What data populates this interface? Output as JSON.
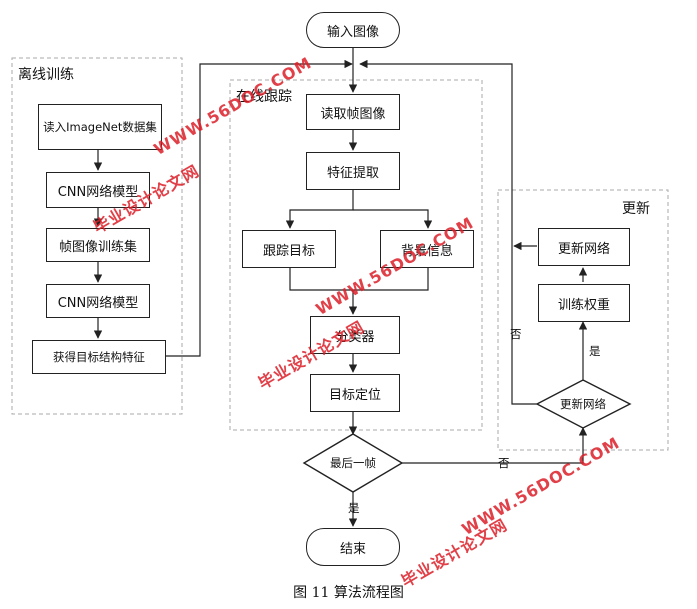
{
  "groups": {
    "offline": "离线训练",
    "online": "在线跟踪",
    "update": "更新"
  },
  "nodes": {
    "input": "输入图像",
    "read_imagenet": "读入ImageNet数据集",
    "cnn_model_1": "CNN网络模型",
    "frame_train_set": "帧图像训练集",
    "cnn_model_2": "CNN网络模型",
    "get_target_features": "获得目标结构特征",
    "read_frame": "读取帧图像",
    "feature_extract": "特征提取",
    "track_target": "跟踪目标",
    "background_info": "背景信息",
    "classifier": "分类器",
    "target_locate": "目标定位",
    "last_frame": "最后一帧",
    "end": "结束",
    "update_network_box": "更新网络",
    "train_weights": "训练权重",
    "update_network_decision": "更新网络"
  },
  "edge_labels": {
    "last_no": "否",
    "last_yes": "是",
    "update_yes": "是",
    "update_no": "否"
  },
  "caption": "图 11 算法流程图",
  "watermarks": {
    "url": "WWW.56DOC.COM",
    "cn": "毕业设计论文网"
  },
  "colors": {
    "line": "#222222",
    "dashed": "#aaaaaa",
    "watermark": "#dc1e28"
  }
}
